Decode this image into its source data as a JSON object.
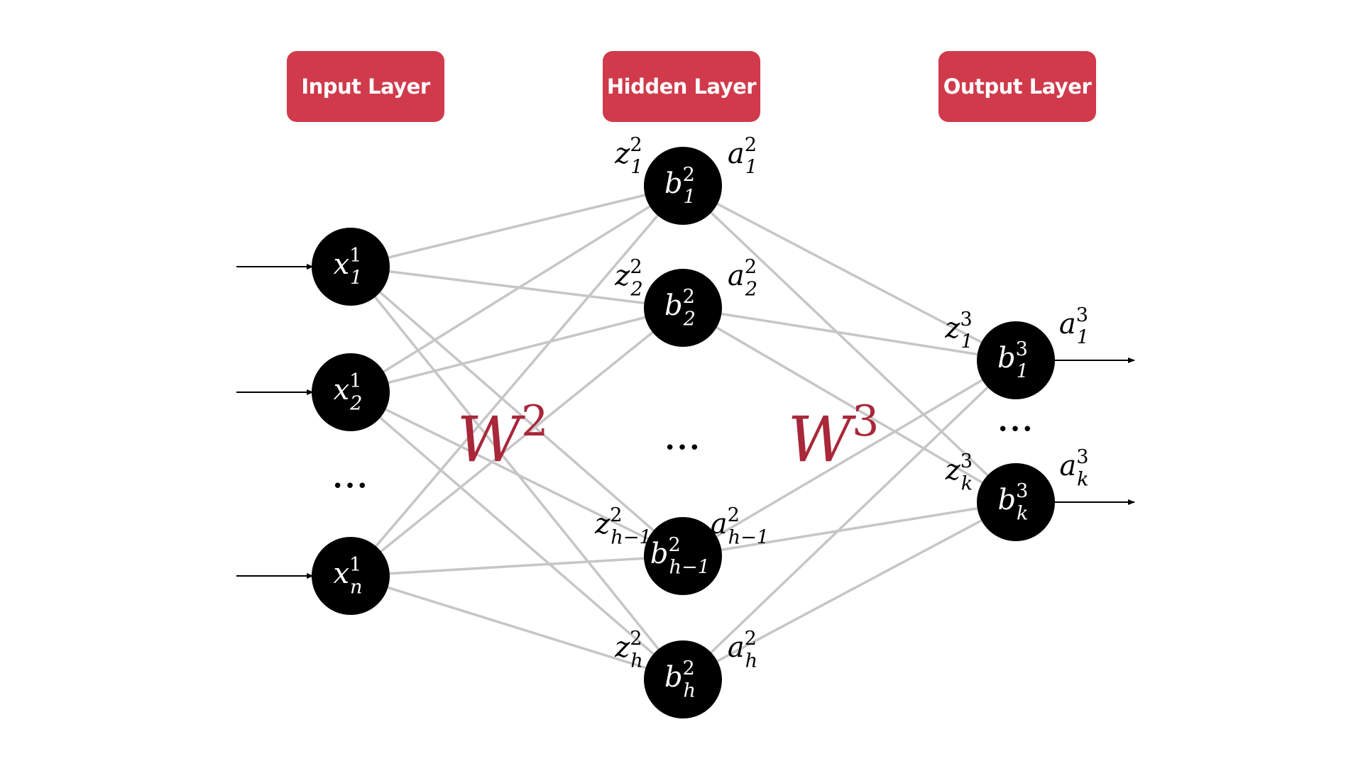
{
  "colors": {
    "label_bg": "#d03a4b",
    "label_text": "#ffffff",
    "node_fill": "#000000",
    "node_text": "#ffffff",
    "edge": "#c6c6c6",
    "weight_text": "#a8283a",
    "arrow": "#000000"
  },
  "layers": {
    "input": {
      "label": "Input Layer"
    },
    "hidden": {
      "label": "Hidden Layer"
    },
    "output": {
      "label": "Output Layer"
    }
  },
  "nodes": {
    "input": [
      {
        "base": "x",
        "sub": "1",
        "sup": "1"
      },
      {
        "base": "x",
        "sub": "2",
        "sup": "1"
      },
      {
        "base": "x",
        "sub": "n",
        "sup": "1"
      }
    ],
    "hidden": [
      {
        "base": "b",
        "sub": "1",
        "sup": "2",
        "z": {
          "base": "z",
          "sub": "1",
          "sup": "2"
        },
        "a": {
          "base": "a",
          "sub": "1",
          "sup": "2"
        }
      },
      {
        "base": "b",
        "sub": "2",
        "sup": "2",
        "z": {
          "base": "z",
          "sub": "2",
          "sup": "2"
        },
        "a": {
          "base": "a",
          "sub": "2",
          "sup": "2"
        }
      },
      {
        "base": "b",
        "sub": "h−1",
        "sup": "2",
        "z": {
          "base": "z",
          "sub": "h−1",
          "sup": "2"
        },
        "a": {
          "base": "a",
          "sub": "h−1",
          "sup": "2"
        }
      },
      {
        "base": "b",
        "sub": "h",
        "sup": "2",
        "z": {
          "base": "z",
          "sub": "h",
          "sup": "2"
        },
        "a": {
          "base": "a",
          "sub": "h",
          "sup": "2"
        }
      }
    ],
    "output": [
      {
        "base": "b",
        "sub": "1",
        "sup": "3",
        "z": {
          "base": "z",
          "sub": "1",
          "sup": "3"
        },
        "a": {
          "base": "a",
          "sub": "1",
          "sup": "3"
        }
      },
      {
        "base": "b",
        "sub": "k",
        "sup": "3",
        "z": {
          "base": "z",
          "sub": "k",
          "sup": "3"
        },
        "a": {
          "base": "a",
          "sub": "k",
          "sup": "3"
        }
      }
    ]
  },
  "ellipsis": "•••",
  "weights": [
    {
      "base": "W",
      "sup": "2"
    },
    {
      "base": "W",
      "sup": "3"
    }
  ]
}
